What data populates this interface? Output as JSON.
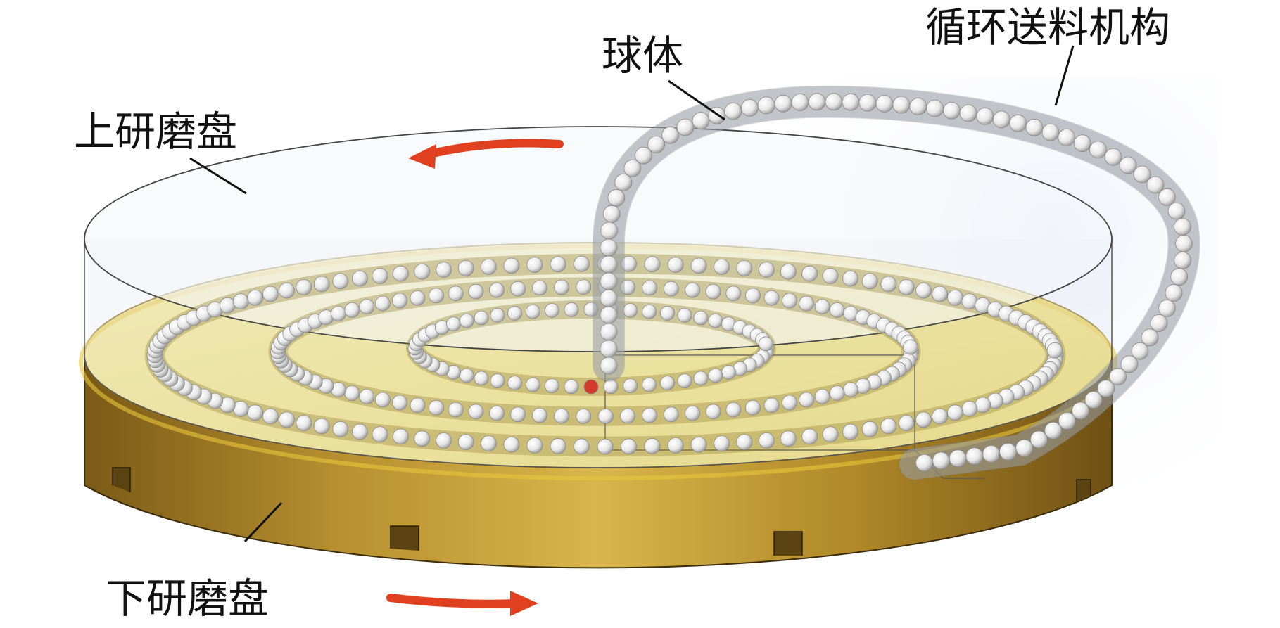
{
  "labels": {
    "upper_disc": "上研磨盘",
    "lower_disc": "下研磨盘",
    "ball": "球体",
    "feed_mechanism": "循环送料机构"
  },
  "colors": {
    "lower_disc_gold": "#b08a2c",
    "lower_disc_face": "#f2df6e",
    "upper_disc_glass": "#e9eef4",
    "ball": "#f4f4f4",
    "arrow_red": "#e0401f",
    "marked_ball": "#d23a2a"
  },
  "rotation_arrows": {
    "upper": "counter-clockwise",
    "lower": "clockwise"
  }
}
